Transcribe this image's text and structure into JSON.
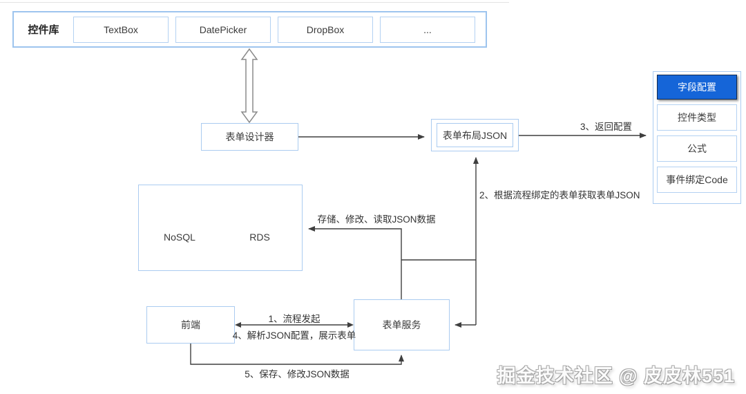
{
  "diagram": {
    "control_library": {
      "label": "控件库",
      "items": [
        "TextBox",
        "DatePicker",
        "DropBox",
        "..."
      ]
    },
    "form_designer": "表单设计器",
    "form_layout_json": "表单布局JSON",
    "config_panel": {
      "header": "字段配置",
      "items": [
        "控件类型",
        "公式",
        "事件绑定Code"
      ]
    },
    "database": {
      "items": [
        "NoSQL",
        "RDS"
      ]
    },
    "frontend": "前端",
    "form_service": "表单服务",
    "edges": {
      "store": "存储、修改、读取JSON数据",
      "step1": "1、流程发起",
      "step2": "2、根据流程绑定的表单获取表单JSON",
      "step3": "3、返回配置",
      "step4": "4、解析JSON配置，展示表单",
      "step5": "5、保存、修改JSON数据"
    },
    "watermark": "掘金技术社区 @ 皮皮林551",
    "colors": {
      "accent_blue": "#1565d8",
      "box_border": "#aacbf0",
      "line": "#3f3f3f",
      "watermark_gray": "#a8a8a8"
    }
  }
}
